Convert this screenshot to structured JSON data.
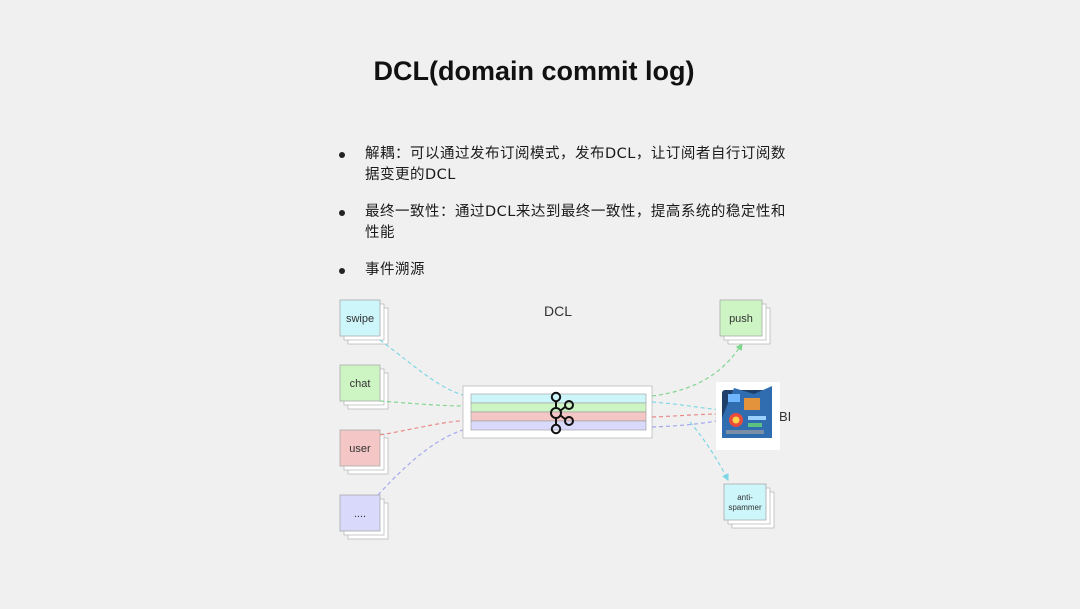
{
  "slide": {
    "title": "DCL(domain commit log)",
    "bullets": [
      "解耦：可以通过发布订阅模式，发布DCL，让订阅者自行订阅数据变更的DCL",
      "最终一致性：通过DCL来达到最终一致性，提高系统的稳定性和性能",
      "事件溯源"
    ]
  },
  "diagram": {
    "center_label": "DCL",
    "center_icon": "kafka-logo-icon",
    "producers": [
      {
        "label": "swipe",
        "color": "#cdf6fb"
      },
      {
        "label": "chat",
        "color": "#cdf5c4"
      },
      {
        "label": "user",
        "color": "#f4c6c6"
      },
      {
        "label": "....",
        "color": "#d9d9fb"
      }
    ],
    "consumers": [
      {
        "label": "push",
        "color": "#cdf5c4"
      },
      {
        "label": "BI",
        "icon": "dashboard-image-icon"
      },
      {
        "label": "anti-spammer",
        "label_lines": [
          "anti-",
          "spammer"
        ],
        "color": "#cdf6fb"
      }
    ],
    "lanes": [
      {
        "color": "#cdf6fb",
        "arrow_color": "#7fd6e6"
      },
      {
        "color": "#cdf5c4",
        "arrow_color": "#7fd68f"
      },
      {
        "color": "#f4c6c6",
        "arrow_color": "#e88a8a"
      },
      {
        "color": "#d9d9fb",
        "arrow_color": "#a4a8ee"
      }
    ]
  }
}
